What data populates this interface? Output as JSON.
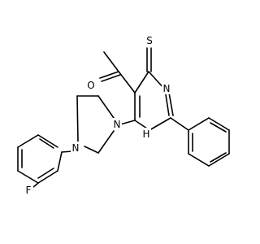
{
  "atoms": {
    "oxygen": "O",
    "sulfur": "S",
    "nitrogen_ring_top": "N",
    "nitrogen_piperazine_top": "N",
    "nitrogen_piperazine_bottom": "N",
    "nh_ring": "H",
    "fluorine": "F"
  },
  "colors": {
    "bond": "#000000",
    "background": "#ffffff"
  }
}
